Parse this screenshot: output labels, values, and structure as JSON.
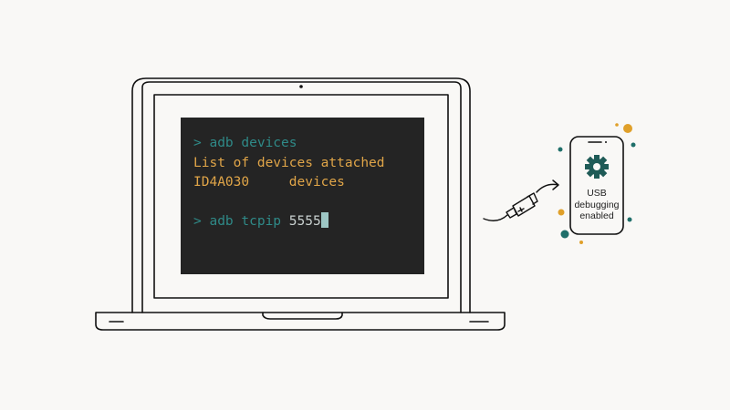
{
  "terminal": {
    "lines": [
      {
        "prompt": ">",
        "command": "adb devices"
      },
      {
        "output": "List of devices attached"
      },
      {
        "output": "ID4A030     devices"
      },
      {
        "blank": ""
      },
      {
        "prompt": ">",
        "command": "adb tcpip",
        "argument": "5555"
      }
    ]
  },
  "phone": {
    "status_line1": "USB",
    "status_line2": "debugging",
    "status_line3": "enabled",
    "icon": "gear-icon"
  },
  "connector": {
    "icon": "usb-plug-icon",
    "arrow": "arrow-right-icon"
  },
  "colors": {
    "background": "#f9f8f6",
    "terminal_bg": "#242424",
    "command": "#2f8a88",
    "output": "#e0a548",
    "cursor": "#9dc6c4",
    "gear": "#1f5b57",
    "dot_teal": "#1f6f6a",
    "dot_gold": "#e0a02a"
  }
}
